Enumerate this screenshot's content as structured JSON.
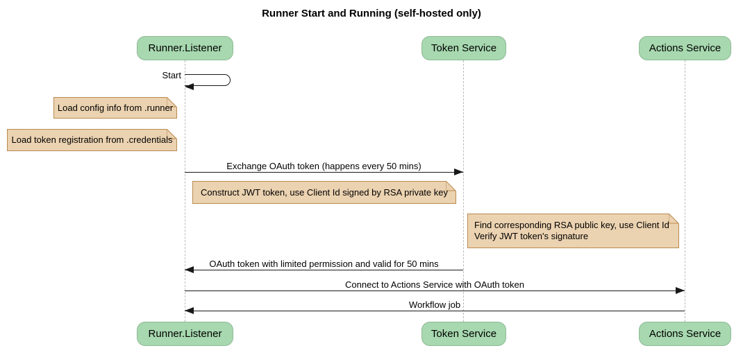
{
  "title": "Runner Start and Running (self-hosted only)",
  "participants": [
    "Runner.Listener",
    "Token Service",
    "Actions Service"
  ],
  "messages": {
    "start": "Start",
    "exchange": "Exchange OAuth token (happens every 50 mins)",
    "oauth_return": "OAuth token with limited permission and valid for 50 mins",
    "connect": "Connect to Actions Service with OAuth token",
    "workflow": "Workflow job"
  },
  "notes": {
    "load_config": "Load config info from .runner",
    "load_credentials": "Load token registration from .credentials",
    "construct_jwt": "Construct JWT token, use Client Id signed by RSA private key",
    "find_rsa_line1": "Find corresponding RSA public key, use Client Id",
    "find_rsa_line2": "Verify JWT token's signature"
  },
  "colors": {
    "participant_fill": "#A7D8AF",
    "participant_border": "#8FB996",
    "note_fill": "#EBD2B0",
    "note_border": "#B98A50",
    "message_line": "#181818",
    "lifeline": "#BBBBBB",
    "background": "#FFFFFF",
    "text": "#000000"
  }
}
